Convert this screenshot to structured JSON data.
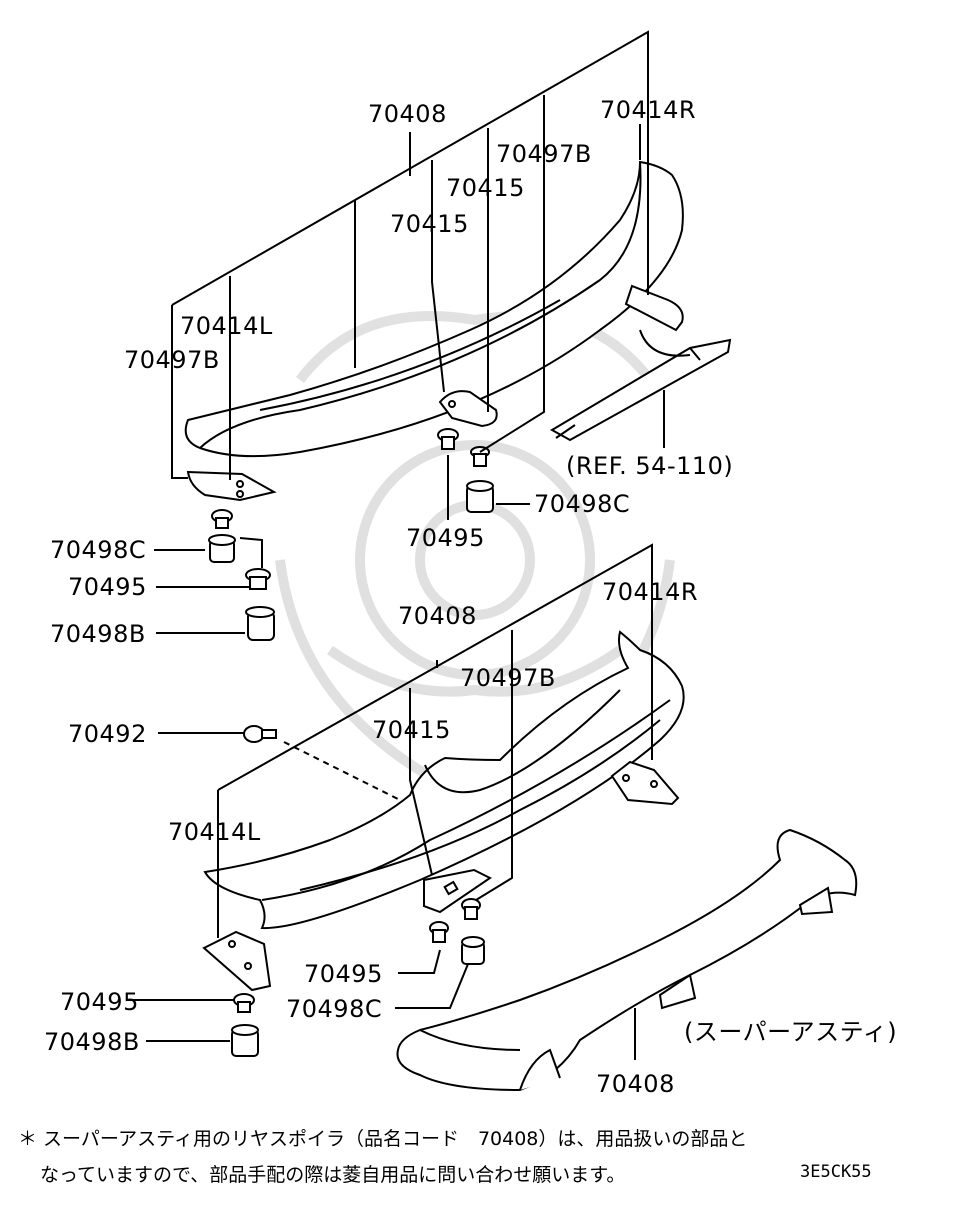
{
  "diagram": {
    "colors": {
      "ink": "#000000",
      "background": "#ffffff",
      "watermark": "#d9d9d9"
    },
    "top_assembly": {
      "spoiler": "70408",
      "bracket_r": "70414R",
      "bracket_l": "70414L",
      "grommet_b_1": "70497B",
      "grommet_b_2": "70497B",
      "gasket_1": "70415",
      "gasket_2": "70415",
      "ref": "(REF. 54-110)",
      "cap_c_right": "70498C",
      "nut_center": "70495",
      "cap_c_left": "70498C",
      "nut_left": "70495",
      "cap_b_left": "70498B"
    },
    "bottom_assembly": {
      "bolt": "70492",
      "spoiler": "70408",
      "bracket_r": "70414R",
      "grommet_b": "70497B",
      "gasket": "70415",
      "bracket_l": "70414L",
      "nut_center": "70495",
      "cap_c": "70498C",
      "nut_left": "70495",
      "cap_b": "70498B"
    },
    "super_asti": {
      "caption": "(スーパーアスティ)",
      "part": "70408"
    },
    "footnote_line1": "＊ スーパーアスティ用のリヤスポイラ（品名コード　70408）は、用品扱いの部品と",
    "footnote_line2": "なっていますので、部品手配の際は菱自用品に問い合わせ願います。",
    "diagram_code": "3E5CK55"
  }
}
